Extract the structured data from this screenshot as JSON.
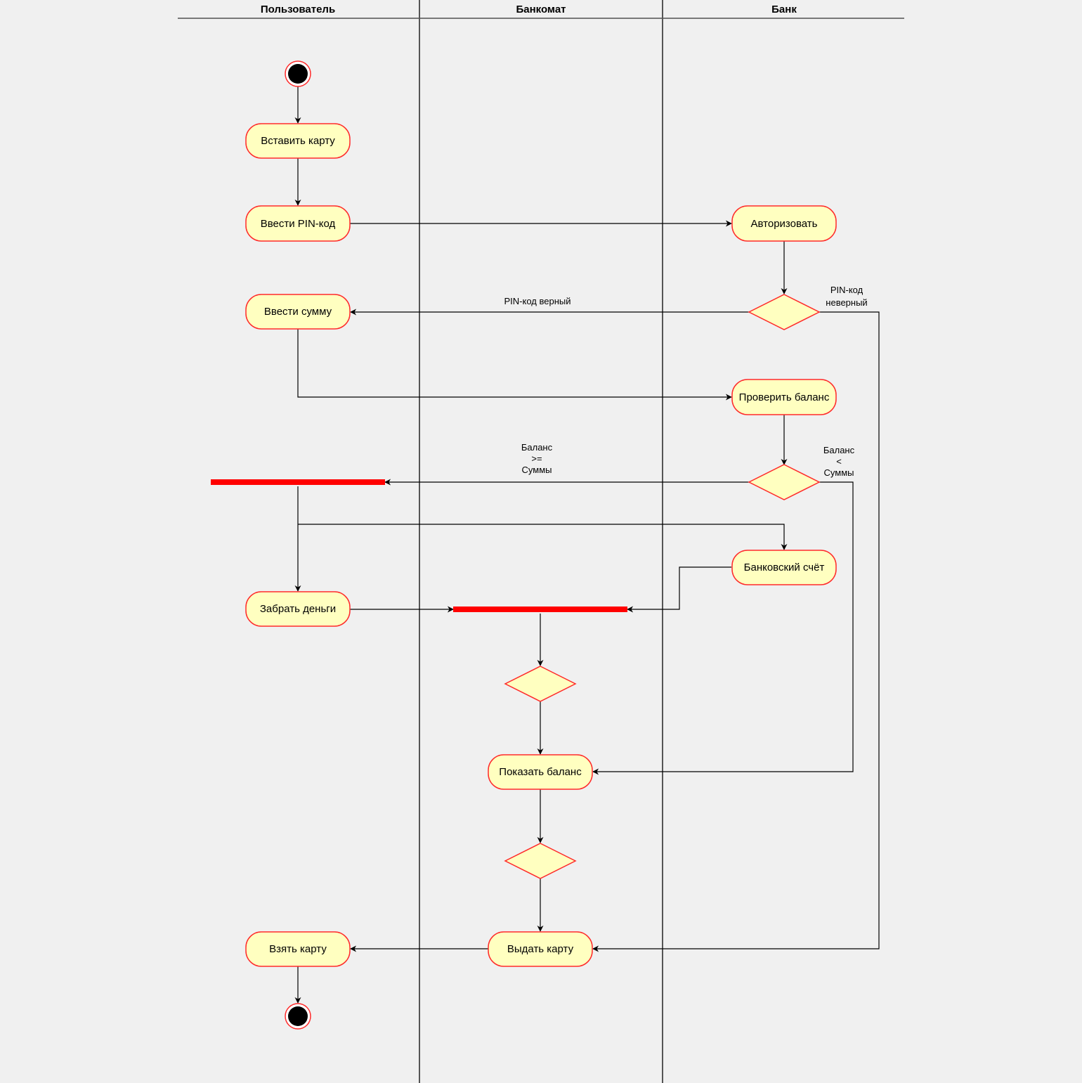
{
  "lanes": [
    {
      "id": "user",
      "title": "Пользователь"
    },
    {
      "id": "atm",
      "title": "Банкомат"
    },
    {
      "id": "bank",
      "title": "Банк"
    }
  ],
  "nodes": {
    "insert_card": "Вставить карту",
    "enter_pin": "Ввести PIN-код",
    "authorize": "Авторизовать",
    "enter_amount": "Ввести сумму",
    "check_balance": "Проверить баланс",
    "bank_account": "Банковский счёт",
    "take_money": "Забрать деньги",
    "show_balance": "Показать баланс",
    "return_card": "Выдать карту",
    "take_card": "Взять карту"
  },
  "edge_labels": {
    "pin_correct": "PIN-код верный",
    "pin_incorrect": [
      "PIN-код",
      "неверный"
    ],
    "balance_ok": [
      "Баланс",
      ">=",
      "Суммы"
    ],
    "balance_low": [
      "Баланс",
      "<",
      "Суммы"
    ]
  },
  "colors": {
    "background": "#f0f0f0",
    "node_fill": "#ffffc0",
    "node_stroke": "#ff2a2a",
    "fork_bar": "#ff0000",
    "lane_line": "#555555",
    "edge": "#000000"
  }
}
